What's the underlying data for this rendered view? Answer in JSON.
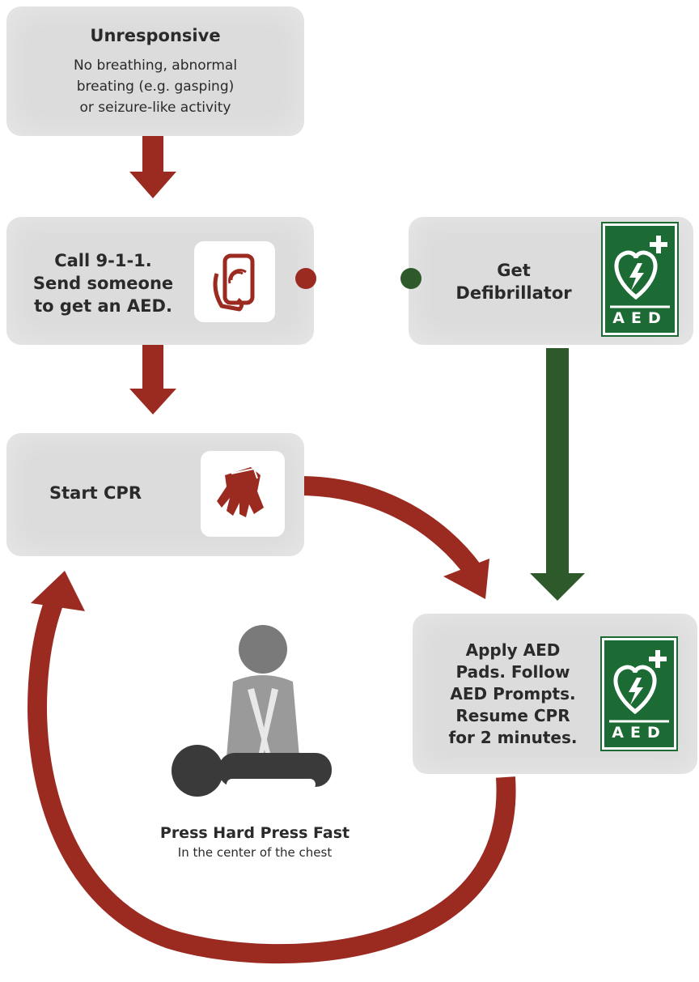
{
  "unresponsive": {
    "title": "Unresponsive",
    "line1": "No breathing, abnormal",
    "line2": "breating (e.g. gasping)",
    "line3": "or seizure-like activity"
  },
  "call": {
    "line1": "Call 9-1-1.",
    "line2": "Send someone",
    "line3": "to get an AED."
  },
  "get": {
    "line1": "Get",
    "line2": "Defibrillator"
  },
  "cpr": {
    "label": "Start CPR"
  },
  "apply": {
    "line1": "Apply AED",
    "line2": "Pads. Follow",
    "line3": "AED Prompts.",
    "line4": "Resume CPR",
    "line5": "for 2 minutes."
  },
  "aed_badge": {
    "text": "AED"
  },
  "press": {
    "title": "Press Hard  Press Fast",
    "subtitle": "In the center of the chest"
  },
  "colors": {
    "red": "#9b2a21",
    "green": "#2e5a2b",
    "aed_green": "#1c6a34",
    "box_gray": "#dcdcdc"
  }
}
